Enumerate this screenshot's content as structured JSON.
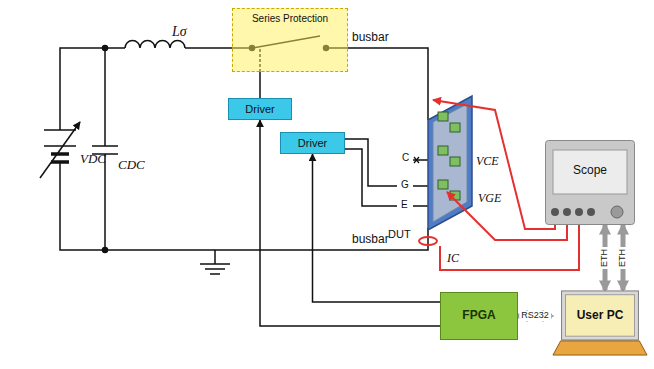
{
  "diagram": {
    "nodes": [
      {
        "text": [
          "Series Protection"
        ]
      },
      {
        "text": [
          "Driver"
        ]
      },
      {
        "text": [
          "Driver"
        ]
      },
      {
        "text": [
          "Scope"
        ]
      },
      {
        "text": [
          "FPGA"
        ]
      },
      {
        "text": [
          "User PC"
        ]
      }
    ],
    "edges": [
      {
        "from": 1,
        "to": 0,
        "arrow": "none"
      },
      {
        "from": 4,
        "to": 1,
        "arrow": "to"
      },
      {
        "from": 4,
        "to": 2,
        "arrow": "to"
      },
      {
        "from": 4,
        "to": 5,
        "label": "RS232",
        "arrow": "both"
      },
      {
        "from": 3,
        "to": 5,
        "label": "ETH",
        "arrow": "both"
      },
      {
        "from": 5,
        "to": 3,
        "label": "ETH",
        "arrow": "both"
      }
    ],
    "labels": [
      "Lσ",
      "VDC",
      "CDC",
      "busbar",
      "busbar",
      "C",
      "G",
      "E",
      "DUT",
      "VCE",
      "VGE",
      "IC"
    ]
  }
}
